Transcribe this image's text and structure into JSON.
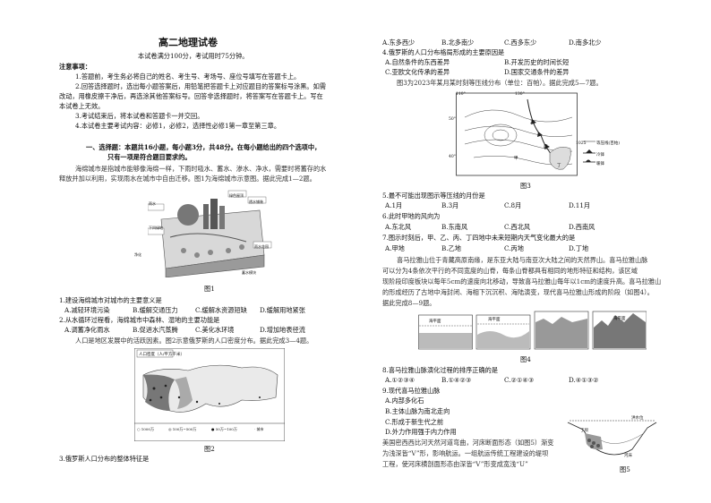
{
  "title": "高二地理试卷",
  "subtitle": "本试卷满分100分，考试用时75分钟。",
  "notice_heading": "注意事项：",
  "notices": [
    "1.答题前，考生务必将自己的姓名、考生号、考场号、座位号填写在答题卡上。",
    "2.回答选择题时，选出每小题答案后，用铅笔把答题卡上对应题目的答案标号涂黑。如需",
    "改动，用橡皮擦干净后，再选涂其他答案标号。回答非选择题时，将答案写在答题卡上。写在",
    "本试卷上无效。",
    "3.考试结束后，将本试卷和答题卡一并交回。",
    "4.本试卷主要考试内容：必修1，必修2，选择性必修1第一章至第三章。"
  ],
  "section1_line1": "一、选择题：本题共16小题，每小题3分，共48分。在每小题给出的四个选项中，",
  "section1_line2": "只有一项是符合题目要求的。",
  "intro1": [
    "海绵城市是指城市能够像海绵一样，下雨时吸水、蓄水、渗水、净水，需要时将蓄存的水",
    "释放并加以利用，实现雨水在城市中自由迁移。图1为海绵城市示意图。据此完成1—2题。"
  ],
  "fig1_label": "图1",
  "fig1_tags": [
    "雨水",
    "绿色屋顶",
    "透水铺装",
    "下凹绿地",
    "雨水花园",
    "净化",
    "蓄水模块"
  ],
  "q1": {
    "stem": "1.建设海绵城市对城市的主要意义是",
    "options": [
      "A.减轻环境污染",
      "B.缓解交通压力",
      "C.缓解水资源短缺",
      "D.缓解用地紧张"
    ]
  },
  "q2": {
    "stem": "2.从水循环过程看，海绵城市中森林、湿地的主要功能是",
    "options": [
      "A.调蓄净化雨水",
      "B.促进水汽蒸腾",
      "C.美化水环境",
      "D.增加地表径流"
    ]
  },
  "intro3": "人口是地区发展中的活跃因素。图2示意俄罗斯的人口密度分布。据此完成3—4题。",
  "fig2_label": "图2",
  "fig2_legend": "人口密度（人/平方千米）",
  "fig2_legend_items": [
    "○ 1000万",
    "◎ 100万~500万",
    "● 50万~100万",
    "· 城市"
  ],
  "q3_stem": "3.俄罗斯人口分布的整体特征是",
  "q3_options": [
    "A.东多西少",
    "B.北多南少",
    "C.西多东少",
    "D.南多北少"
  ],
  "q4": {
    "stem": "4.俄罗斯的人口分布格局形成的主要原因是",
    "options": [
      "A.自然条件的东西差异",
      "B.开发历史的时间长短",
      "C.亚欧文化传承的差异",
      "D.国家交通条件的差异"
    ]
  },
  "intro5": "图3为2023年某月某时刻等压线分布（单位：百帕）。据此完成5—7题。",
  "fig3_label": "图3",
  "fig3_legend": [
    "等压线(百帕)",
    "冷锋",
    "暖锋"
  ],
  "fig3_lat": [
    "50°",
    "40°"
  ],
  "fig3_lon": [
    "110°",
    "130°"
  ],
  "fig3_isobar": "1025",
  "fig3_points": [
    "甲",
    "乙",
    "丙",
    "丁"
  ],
  "q5": {
    "stem": "5.最不可能出现图示等压线的月份是",
    "options": [
      "A.1月",
      "B.3月",
      "C.8月",
      "D.11月"
    ]
  },
  "q6": {
    "stem": "6.此时甲地的风向为",
    "options": [
      "A.东北风",
      "B.东南风",
      "C.西北风",
      "D.西南风"
    ]
  },
  "q7": {
    "stem": "7.图示时刻后，甲、乙、丙、丁四地中未来短期内天气变化最大的是",
    "options": [
      "A.甲地",
      "B.乙地",
      "C.丙地",
      "D.丁地"
    ]
  },
  "intro8": [
    "喜马拉雅山位于青藏高原南缘，是东亚大陆与南亚次大陆之间的天然界山。喜马拉雅山脉",
    "可以分为4条依次平行的不同宽度的山脊，每条山脊都具有相同的地形特征和结构，该区域",
    "现阶段印度板块以每年5cm的速度向北移动，导致喜马拉雅山每年以1cm的速度升高。喜马拉雅山",
    "的形成经历了古地中海封闭、海相下沉沉积、海陆演变，现代喜马拉雅山形成的阶段（如图4）。",
    "据此完成8—9题。"
  ],
  "fig4_label": "图4",
  "fig4_tags": [
    "海平面",
    "海平面",
    "海平面"
  ],
  "q8": {
    "stem": "8.喜马拉雅山脉演化过程的排序正确的是",
    "options": [
      "A.①②③④",
      "B.①④②③",
      "C.②①④③",
      "D.④①③②"
    ]
  },
  "q9": {
    "stem": "9.现代喜马拉雅山脉",
    "options": [
      "A.内部多化石",
      "B.主体山脉为南北走向",
      "C.形成于新生代之前",
      "D.外力作用强于内力作用"
    ]
  },
  "intro10": [
    "美国密西西比河天然河道弯曲，河床断面形态（如图5）渐变",
    "为浅深皆“V”形，影响航运。一组航运传统工程建设的堤坝",
    "工程，使河床横剖面形态由深皆“V”形变成宽浅“U”"
  ],
  "fig5_label": "图5",
  "fig5_tags": [
    "洪水位",
    "丁坝",
    "河床"
  ]
}
